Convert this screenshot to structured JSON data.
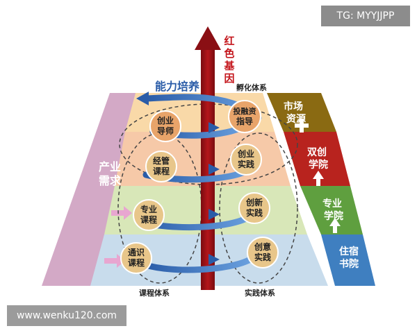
{
  "vertical_label": "红色基因",
  "capability_label": "能力培养",
  "incubation_label": "孵化体系",
  "industry_label": [
    "产业",
    "需求"
  ],
  "course_nodes": [
    {
      "lines": [
        "通识",
        "课程"
      ]
    },
    {
      "lines": [
        "专业",
        "课程"
      ]
    },
    {
      "lines": [
        "经管",
        "课程"
      ]
    },
    {
      "lines": [
        "创业",
        "导师"
      ]
    }
  ],
  "practice_nodes": [
    {
      "lines": [
        "创意",
        "实践"
      ]
    },
    {
      "lines": [
        "创新",
        "实践"
      ]
    },
    {
      "lines": [
        "创业",
        "实践"
      ]
    },
    {
      "lines": [
        "投融资",
        "指导"
      ]
    }
  ],
  "right_steps": [
    {
      "lines": [
        "住宿",
        "书院"
      ],
      "color": "#3f7fc0"
    },
    {
      "lines": [
        "专业",
        "学院"
      ],
      "color": "#5f9f3f"
    },
    {
      "lines": [
        "双创",
        "学院"
      ],
      "color": "#b8231e"
    },
    {
      "lines": [
        "市场",
        "资源"
      ],
      "color": "#8a6a12"
    }
  ],
  "bottom_labels": {
    "course_system": "课程体系",
    "practice_system": "实践体系"
  },
  "layer_colors": {
    "top": "#f9d9a8",
    "upper": "#f6c9a8",
    "middle": "#d8e7b8",
    "bottom": "#c8dcec",
    "side": "#d3a9c6"
  },
  "watermarks": {
    "tg": "TG: MYYJJPP",
    "site": "www.wenku120.com"
  }
}
